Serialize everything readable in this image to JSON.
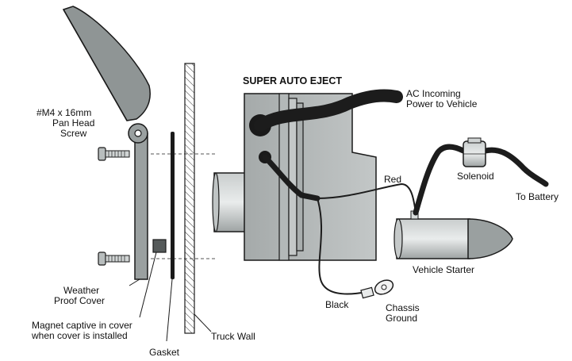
{
  "title": "SUPER AUTO EJECT",
  "labels": {
    "screw": [
      "#M4  x  16mm",
      "Pan Head",
      "Screw"
    ],
    "ac_power": [
      "AC Incoming",
      "Power to Vehicle"
    ],
    "solenoid": "Solenoid",
    "to_battery": "To Battery",
    "red": "Red",
    "vehicle_starter": "Vehicle Starter",
    "black": "Black",
    "chassis_ground": [
      "Chassis",
      "Ground"
    ],
    "weather_cover": [
      "Weather",
      "Proof Cover"
    ],
    "magnet": [
      "Magnet captive in cover",
      "when cover is installed"
    ],
    "gasket": "Gasket",
    "truck_wall": "Truck Wall"
  },
  "colors": {
    "outline": "#1a1a1a",
    "metal_fill": "#9aa0a0",
    "light_fill": "#d4d8d8",
    "cable": "#1c1c1c"
  }
}
